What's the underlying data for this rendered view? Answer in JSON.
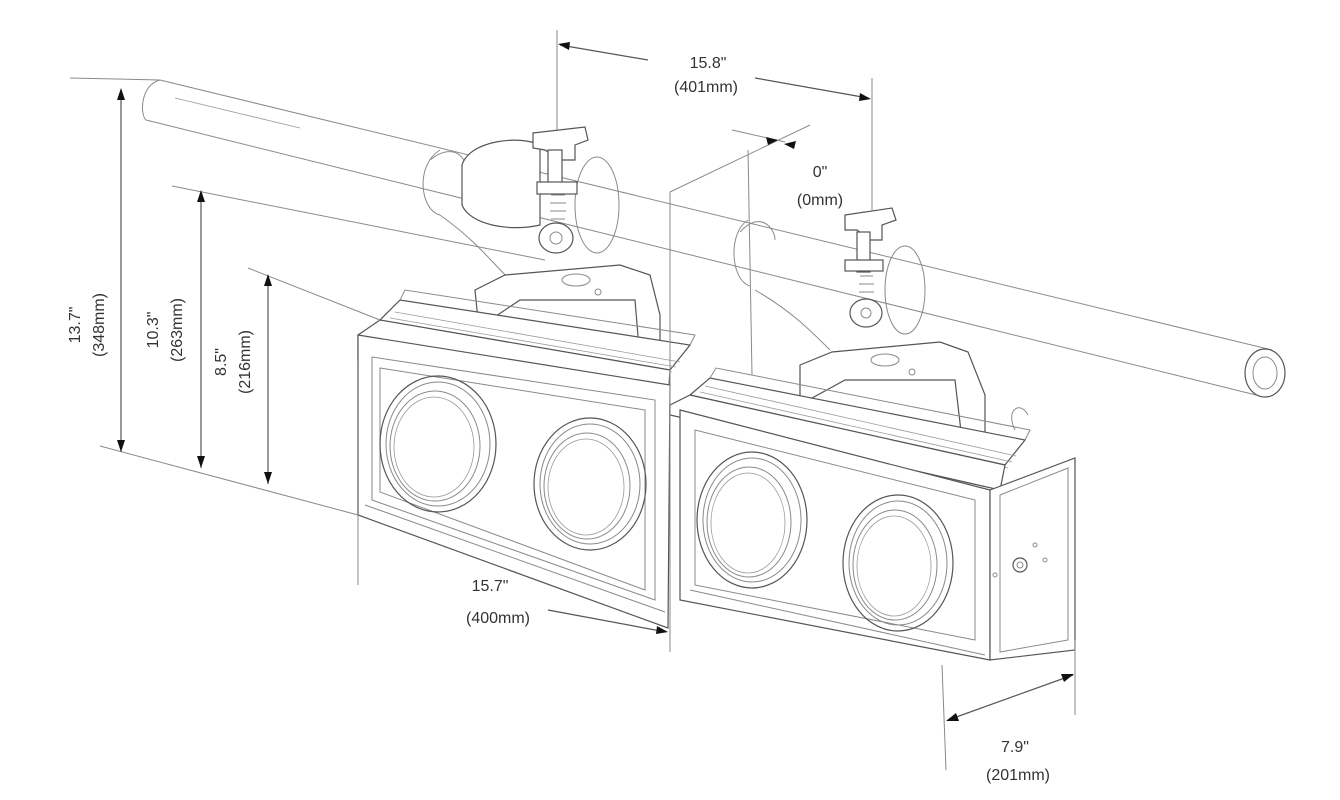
{
  "dimensions": {
    "overall_height": {
      "inches": "13.7\"",
      "mm": "(348mm)"
    },
    "clamp_height": {
      "inches": "10.3\"",
      "mm": "(263mm)"
    },
    "body_height": {
      "inches": "8.5\"",
      "mm": "(216mm)"
    },
    "clamp_spacing": {
      "inches": "15.8\"",
      "mm": "(401mm)"
    },
    "gap": {
      "inches": "0\"",
      "mm": "(0mm)"
    },
    "unit_width": {
      "inches": "15.7\"",
      "mm": "(400mm)"
    },
    "depth": {
      "inches": "7.9\"",
      "mm": "(201mm)"
    }
  },
  "colors": {
    "line": "#8a8a8a",
    "dark_line": "#555555",
    "arrow": "#111111",
    "text": "#333333"
  }
}
